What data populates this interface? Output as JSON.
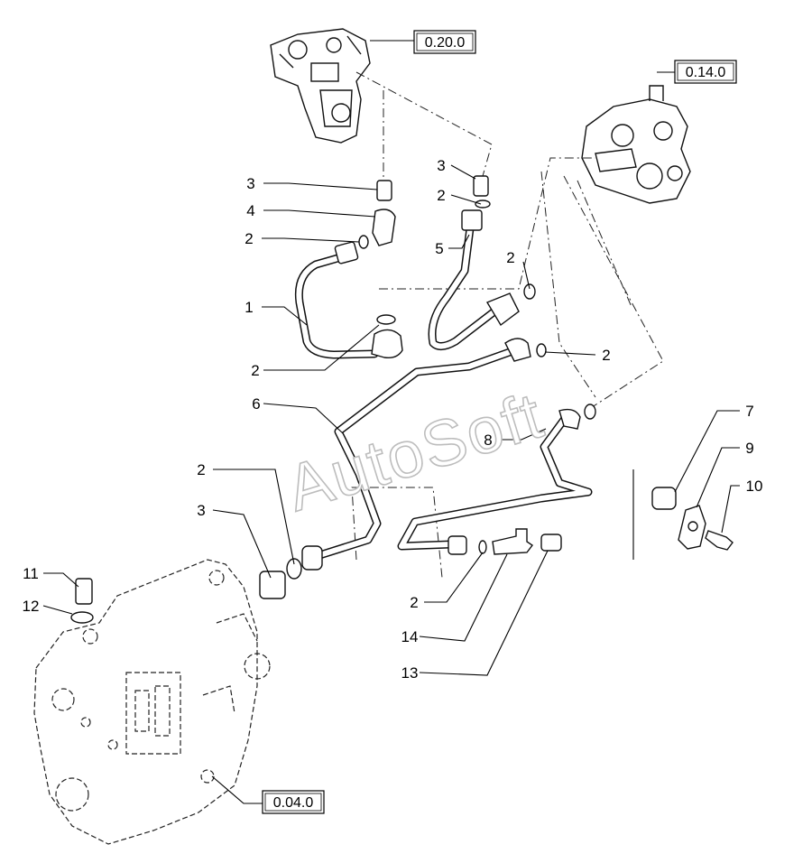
{
  "diagram": {
    "watermark": "AutoSoft",
    "references": [
      {
        "id": "ref-0-20-0",
        "text": "0.20.0"
      },
      {
        "id": "ref-0-14-0",
        "text": "0.14.0"
      },
      {
        "id": "ref-0-04-0",
        "text": "0.04.0"
      }
    ],
    "callouts": [
      {
        "text": "3"
      },
      {
        "text": "4"
      },
      {
        "text": "2"
      },
      {
        "text": "1"
      },
      {
        "text": "2"
      },
      {
        "text": "3"
      },
      {
        "text": "2"
      },
      {
        "text": "5"
      },
      {
        "text": "2"
      },
      {
        "text": "2"
      },
      {
        "text": "6"
      },
      {
        "text": "8"
      },
      {
        "text": "7"
      },
      {
        "text": "9"
      },
      {
        "text": "10"
      },
      {
        "text": "2"
      },
      {
        "text": "3"
      },
      {
        "text": "11"
      },
      {
        "text": "12"
      },
      {
        "text": "2"
      },
      {
        "text": "14"
      },
      {
        "text": "13"
      }
    ]
  }
}
